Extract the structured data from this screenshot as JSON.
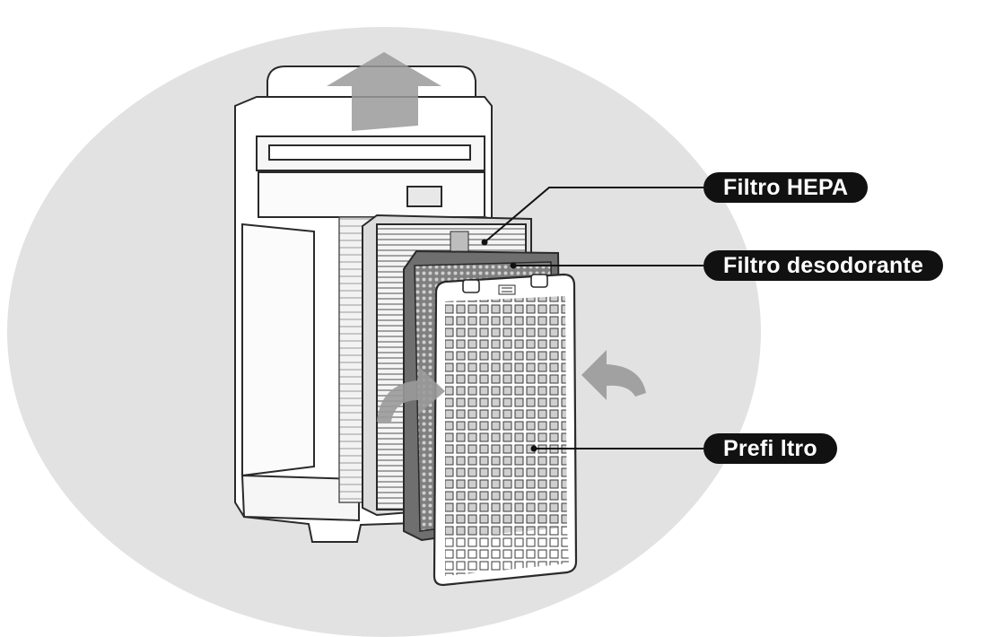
{
  "labels": {
    "hepa": "Filtro HEPA",
    "deodorizing": "Filtro desodorante",
    "prefilter": "Prefi ltro"
  },
  "colors": {
    "background_circle": "#e2e2e2",
    "label_background": "#111111",
    "label_text": "#ffffff",
    "arrow_fill": "#9a9a9a",
    "outline": "#2a2a2a",
    "deodorizing_filter": "#8a8a8a"
  },
  "icons": [
    "airflow-up-arrow",
    "airflow-left-arrow",
    "airflow-right-arrow"
  ]
}
